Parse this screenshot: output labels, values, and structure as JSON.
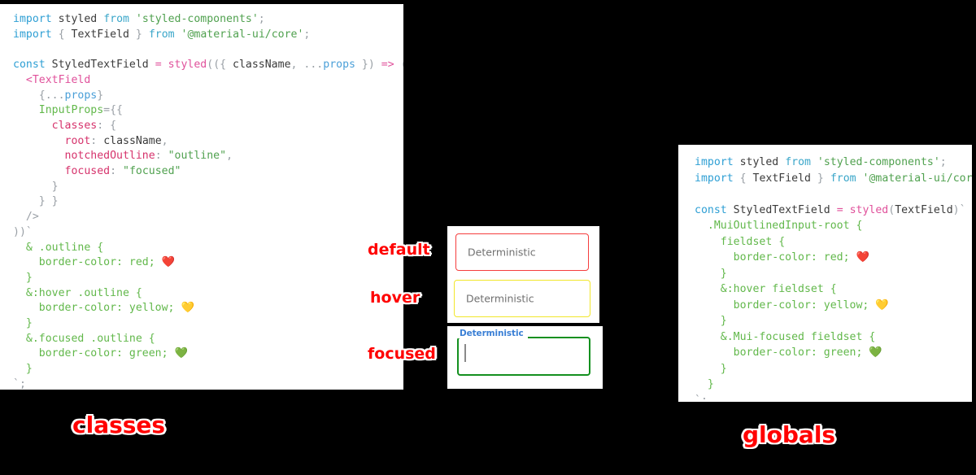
{
  "background_color": "#000000",
  "panels": {
    "classes": {
      "caption": "classes",
      "code_lines": [
        "import styled from 'styled-components';",
        "import { TextField } from '@material-ui/core';",
        "",
        "const StyledTextField = styled(({ className, ...props }) => (",
        "  <TextField",
        "    {...props}",
        "    InputProps={{",
        "      classes: {",
        "        root: className,",
        "        notchedOutline: \"outline\",",
        "        focused: \"focused\"",
        "      }",
        "    }}",
        "  />",
        "))`",
        "  & .outline {",
        "    border-color: red; ❤️",
        "  }",
        "  &:hover .outline {",
        "    border-color: yellow; 💛",
        "  }",
        "  &.focused .outline {",
        "    border-color: green; 💚",
        "  }",
        "`;"
      ]
    },
    "globals": {
      "caption": "globals",
      "code_lines": [
        "import styled from 'styled-components';",
        "import { TextField } from '@material-ui/core';",
        "",
        "const StyledTextField = styled(TextField)`",
        "  .MuiOutlinedInput-root {",
        "    fieldset {",
        "      border-color: red; ❤️",
        "    }",
        "    &:hover fieldset {",
        "      border-color: yellow; 💛",
        "    }",
        "    &.Mui-focused fieldset {",
        "      border-color: green; 💚",
        "    }",
        "  }",
        "`;"
      ]
    }
  },
  "preview": {
    "fields": [
      {
        "state": "default",
        "annotation": "default",
        "placeholder": "Deterministic",
        "value": "",
        "border_color": "#f53d3d"
      },
      {
        "state": "hover",
        "annotation": "hover",
        "placeholder": "Deterministic",
        "value": "",
        "border_color": "#f2e62b"
      },
      {
        "state": "focused",
        "annotation": "focused",
        "label": "Deterministic",
        "value": "",
        "border_color": "#14901f",
        "label_color": "#3a7fd5"
      }
    ]
  },
  "colors": {
    "red": "#ff0000",
    "border_red": "#f53d3d",
    "border_yellow": "#f2e62b",
    "border_green": "#14901f",
    "label_blue": "#3a7fd5",
    "placeholder_gray": "#707070"
  }
}
